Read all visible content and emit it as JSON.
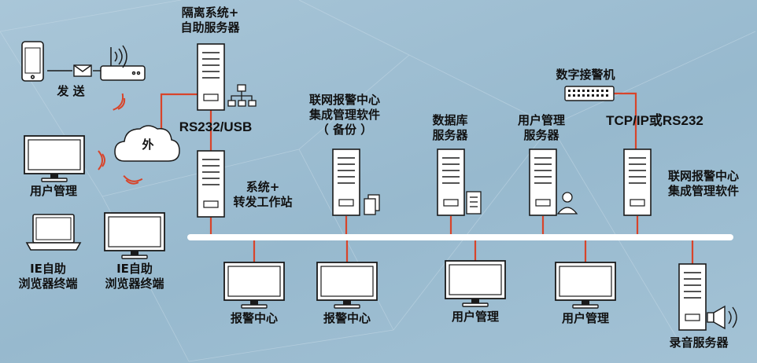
{
  "labels": {
    "isolation_server": "隔离系统+\n自助服务器",
    "send": "发 送",
    "cloud": "外",
    "rs232_usb": "RS232/USB",
    "relay_station": "系统+\n转发工作站",
    "user_mgmt_left": "用户管理",
    "ie_terminal_1": "IE自助\n浏览器终端",
    "ie_terminal_2": "IE自助\n浏览器终端",
    "backup_center": "联网报警中心\n集成管理软件\n（ 备份 ）",
    "database_server": "数据库\n服务器",
    "user_mgmt_server": "用户管理\n服务器",
    "alarm_receiver": "数字接警机",
    "tcp_rs232": "TCP/IP或RS232",
    "main_center": "联网报警中心\n集成管理软件",
    "alarm_center_1": "报警中心",
    "alarm_center_2": "报警中心",
    "user_mgmt_1": "用户管理",
    "user_mgmt_2": "用户管理",
    "recording_server": "录音服务器"
  },
  "colors": {
    "background": "#a2c1d4",
    "link_red": "#d8442a",
    "bus_white": "#ffffff",
    "device_fill": "#ffffff",
    "device_stroke": "#1a1a1a",
    "signal_red": "#d8442a"
  },
  "icons": [
    "smartphone-icon",
    "envelope-icon",
    "wifi-router-icon",
    "cloud-icon",
    "network-topology-icon",
    "document-icon",
    "fax-icon",
    "user-person-icon",
    "speaker-icon",
    "signal-wave-icon"
  ]
}
